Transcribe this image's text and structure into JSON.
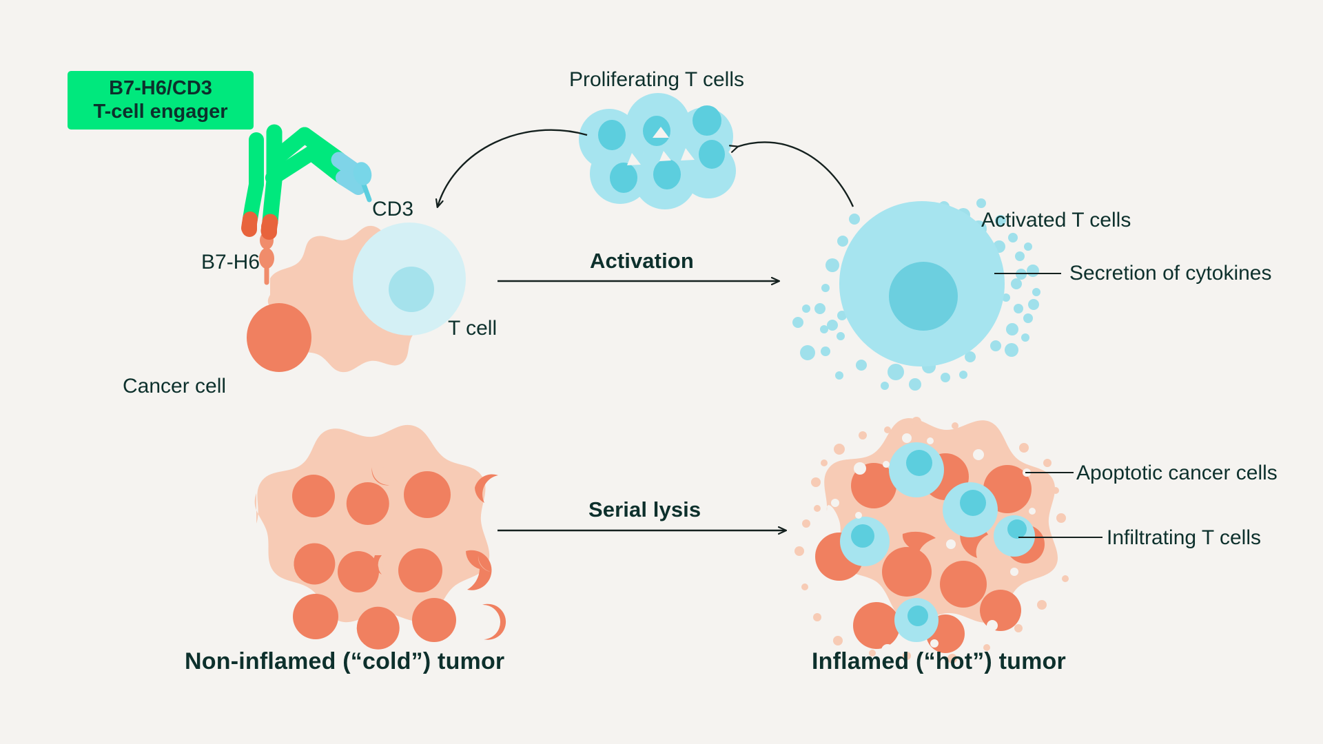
{
  "theme": {
    "background": "#f5f3f0",
    "text": "#0d302c",
    "engager_green": "#00e87d",
    "antibody_orange": "#e8633c",
    "antibody_blue": "#7fd4e8",
    "cancer_body": "#f7cbb5",
    "cancer_nucleus": "#f08060",
    "tcell_body": "#d4f0f5",
    "tcell_nucleus": "#9fe0eb",
    "infiltrating_tcell_body": "#a6e4ef",
    "infiltrating_tcell_nucleus": "#5ccede",
    "cytokine": "#9fe0eb",
    "arrow": "#14201e"
  },
  "badge": {
    "line1": "B7-H6/CD3",
    "line2": "T-cell engager"
  },
  "labels": {
    "b7h6": "B7-H6",
    "cd3": "CD3",
    "cancer_cell": "Cancer cell",
    "t_cell": "T cell",
    "proliferating_t_cells": "Proliferating T cells",
    "activated_t_cells": "Activated T cells",
    "secretion_of_cytokines": "Secretion of cytokines",
    "apoptotic_cancer_cells": "Apoptotic cancer cells",
    "infiltrating_t_cells": "Infiltrating T cells"
  },
  "process_arrows": {
    "activation": "Activation",
    "serial_lysis": "Serial lysis"
  },
  "captions": {
    "cold_tumor": "Non-inflamed (“cold”) tumor",
    "hot_tumor": "Inflamed (“hot”) tumor"
  },
  "icons": {
    "antibody": "antibody-icon",
    "cancer_cell": "cancer-cell-icon",
    "t_cell": "t-cell-icon",
    "proliferating_cluster": "proliferating-t-cell-cluster-icon",
    "activated_t_cell": "activated-t-cell-icon",
    "cold_tumor": "cold-tumor-icon",
    "hot_tumor": "hot-tumor-icon",
    "curved_arrow_left": "curved-arrow-left-icon",
    "curved_arrow_right": "curved-arrow-right-icon",
    "activation_arrow": "activation-arrow-icon",
    "serial_lysis_arrow": "serial-lysis-arrow-icon",
    "leader_line": "leader-line-icon"
  }
}
